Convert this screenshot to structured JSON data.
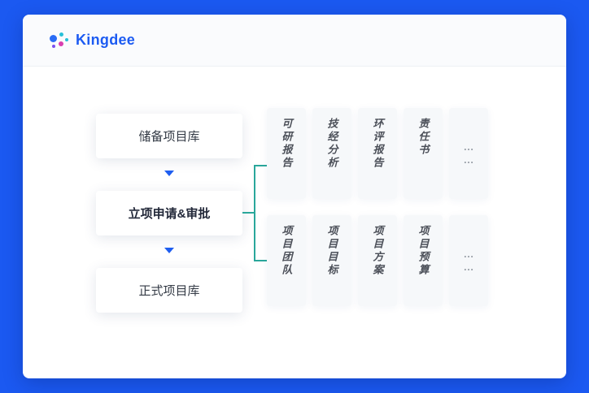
{
  "brand": {
    "name": "Kingdee"
  },
  "colors": {
    "background_blue": "#1b59f1",
    "accent_blue": "#1f5ef0",
    "connector_teal": "#2aa79b",
    "logo_blue": "#2a6cf5",
    "logo_cyan": "#27c0d8",
    "logo_magenta": "#d83fb0"
  },
  "flow": {
    "stages": [
      {
        "label": "储备项目库"
      },
      {
        "label": "立项申请&审批"
      },
      {
        "label": "正式项目库"
      }
    ]
  },
  "groups": [
    {
      "items": [
        {
          "label": "可研报告"
        },
        {
          "label": "技经分析"
        },
        {
          "label": "环评报告"
        },
        {
          "label": "责任书"
        },
        {
          "label": "……"
        }
      ]
    },
    {
      "items": [
        {
          "label": "项目团队"
        },
        {
          "label": "项目目标"
        },
        {
          "label": "项目方案"
        },
        {
          "label": "项目预算"
        },
        {
          "label": "……"
        }
      ]
    }
  ]
}
